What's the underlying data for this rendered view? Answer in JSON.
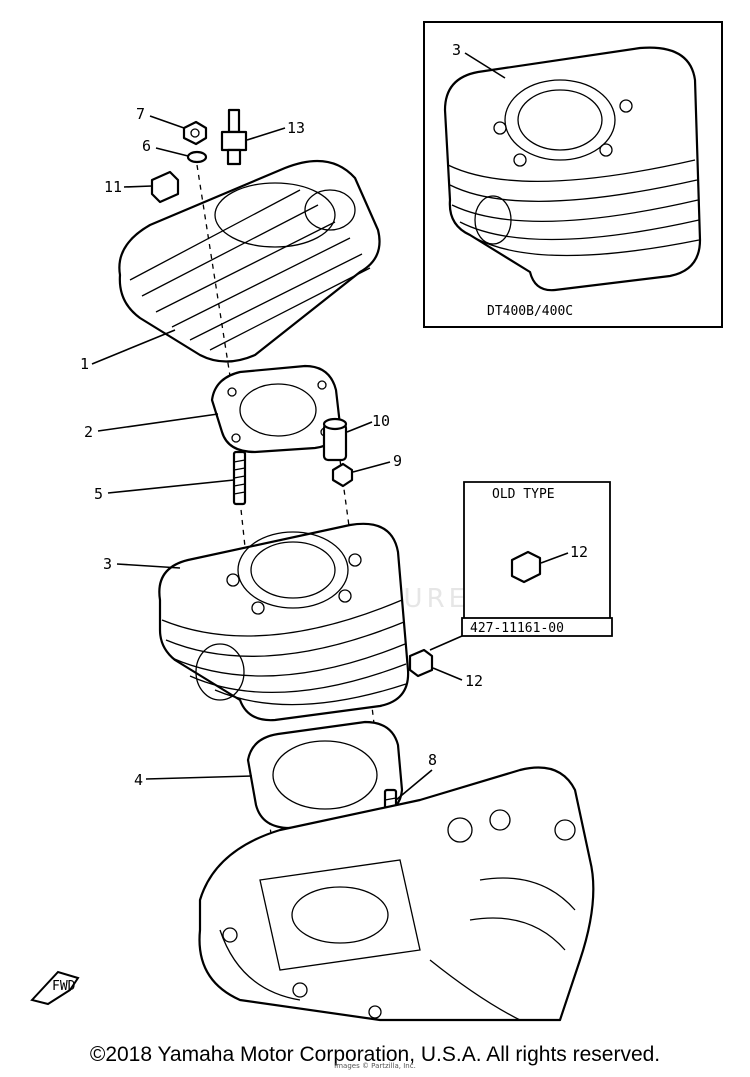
{
  "diagram": {
    "callouts": {
      "c1": "1",
      "c2": "2",
      "c3": "3",
      "c4": "4",
      "c5": "5",
      "c6": "6",
      "c7": "7",
      "c8": "8",
      "c9": "9",
      "c10": "10",
      "c11": "11",
      "c12a": "12",
      "c12b": "12",
      "c13": "13",
      "c3_inset": "3"
    },
    "inset_model_label": "DT400B/400C",
    "old_type_label": "OLD TYPE",
    "old_type_part_number": "427-11161-00",
    "fwd_label": "FWD",
    "watermark": "VENTURE"
  },
  "footer": {
    "copyright": "©2018 Yamaha Motor Corporation, U.S.A. All rights reserved.",
    "credit": "Images © Partzilla, Inc."
  }
}
